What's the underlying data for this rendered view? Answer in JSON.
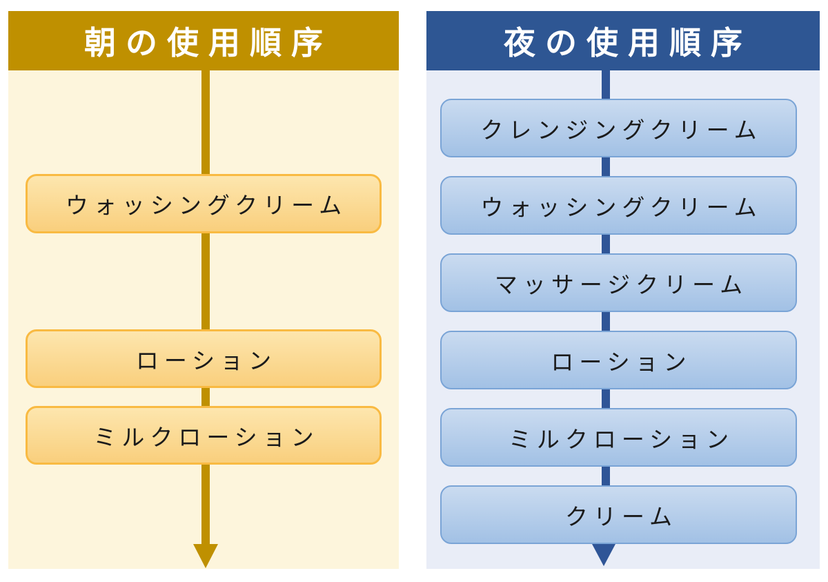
{
  "morning": {
    "title": "朝の使用順序",
    "items": [
      "ウォッシングクリーム",
      "ローション",
      "ミルクローション"
    ],
    "colors": {
      "header": "#BF9000",
      "panel_bg": "#FDF5DC",
      "box_border": "#F9BA42",
      "box_fill_top": "#FDE6AE",
      "box_fill_bottom": "#F9CF7D",
      "arrow": "#BF9000",
      "title_text": "#FFFFFF",
      "box_text": "#1B1B1B"
    }
  },
  "evening": {
    "title": "夜の使用順序",
    "items": [
      "クレンジングクリーム",
      "ウォッシングクリーム",
      "マッサージクリーム",
      "ローション",
      "ミルクローション",
      "クリーム"
    ],
    "colors": {
      "header": "#2E5693",
      "panel_bg": "#E9EDF7",
      "box_border": "#7AA4D6",
      "box_fill_top": "#CADBF0",
      "box_fill_bottom": "#A2C1E5",
      "arrow": "#2F5597",
      "title_text": "#FFFFFF",
      "box_text": "#1B1B1B"
    }
  }
}
